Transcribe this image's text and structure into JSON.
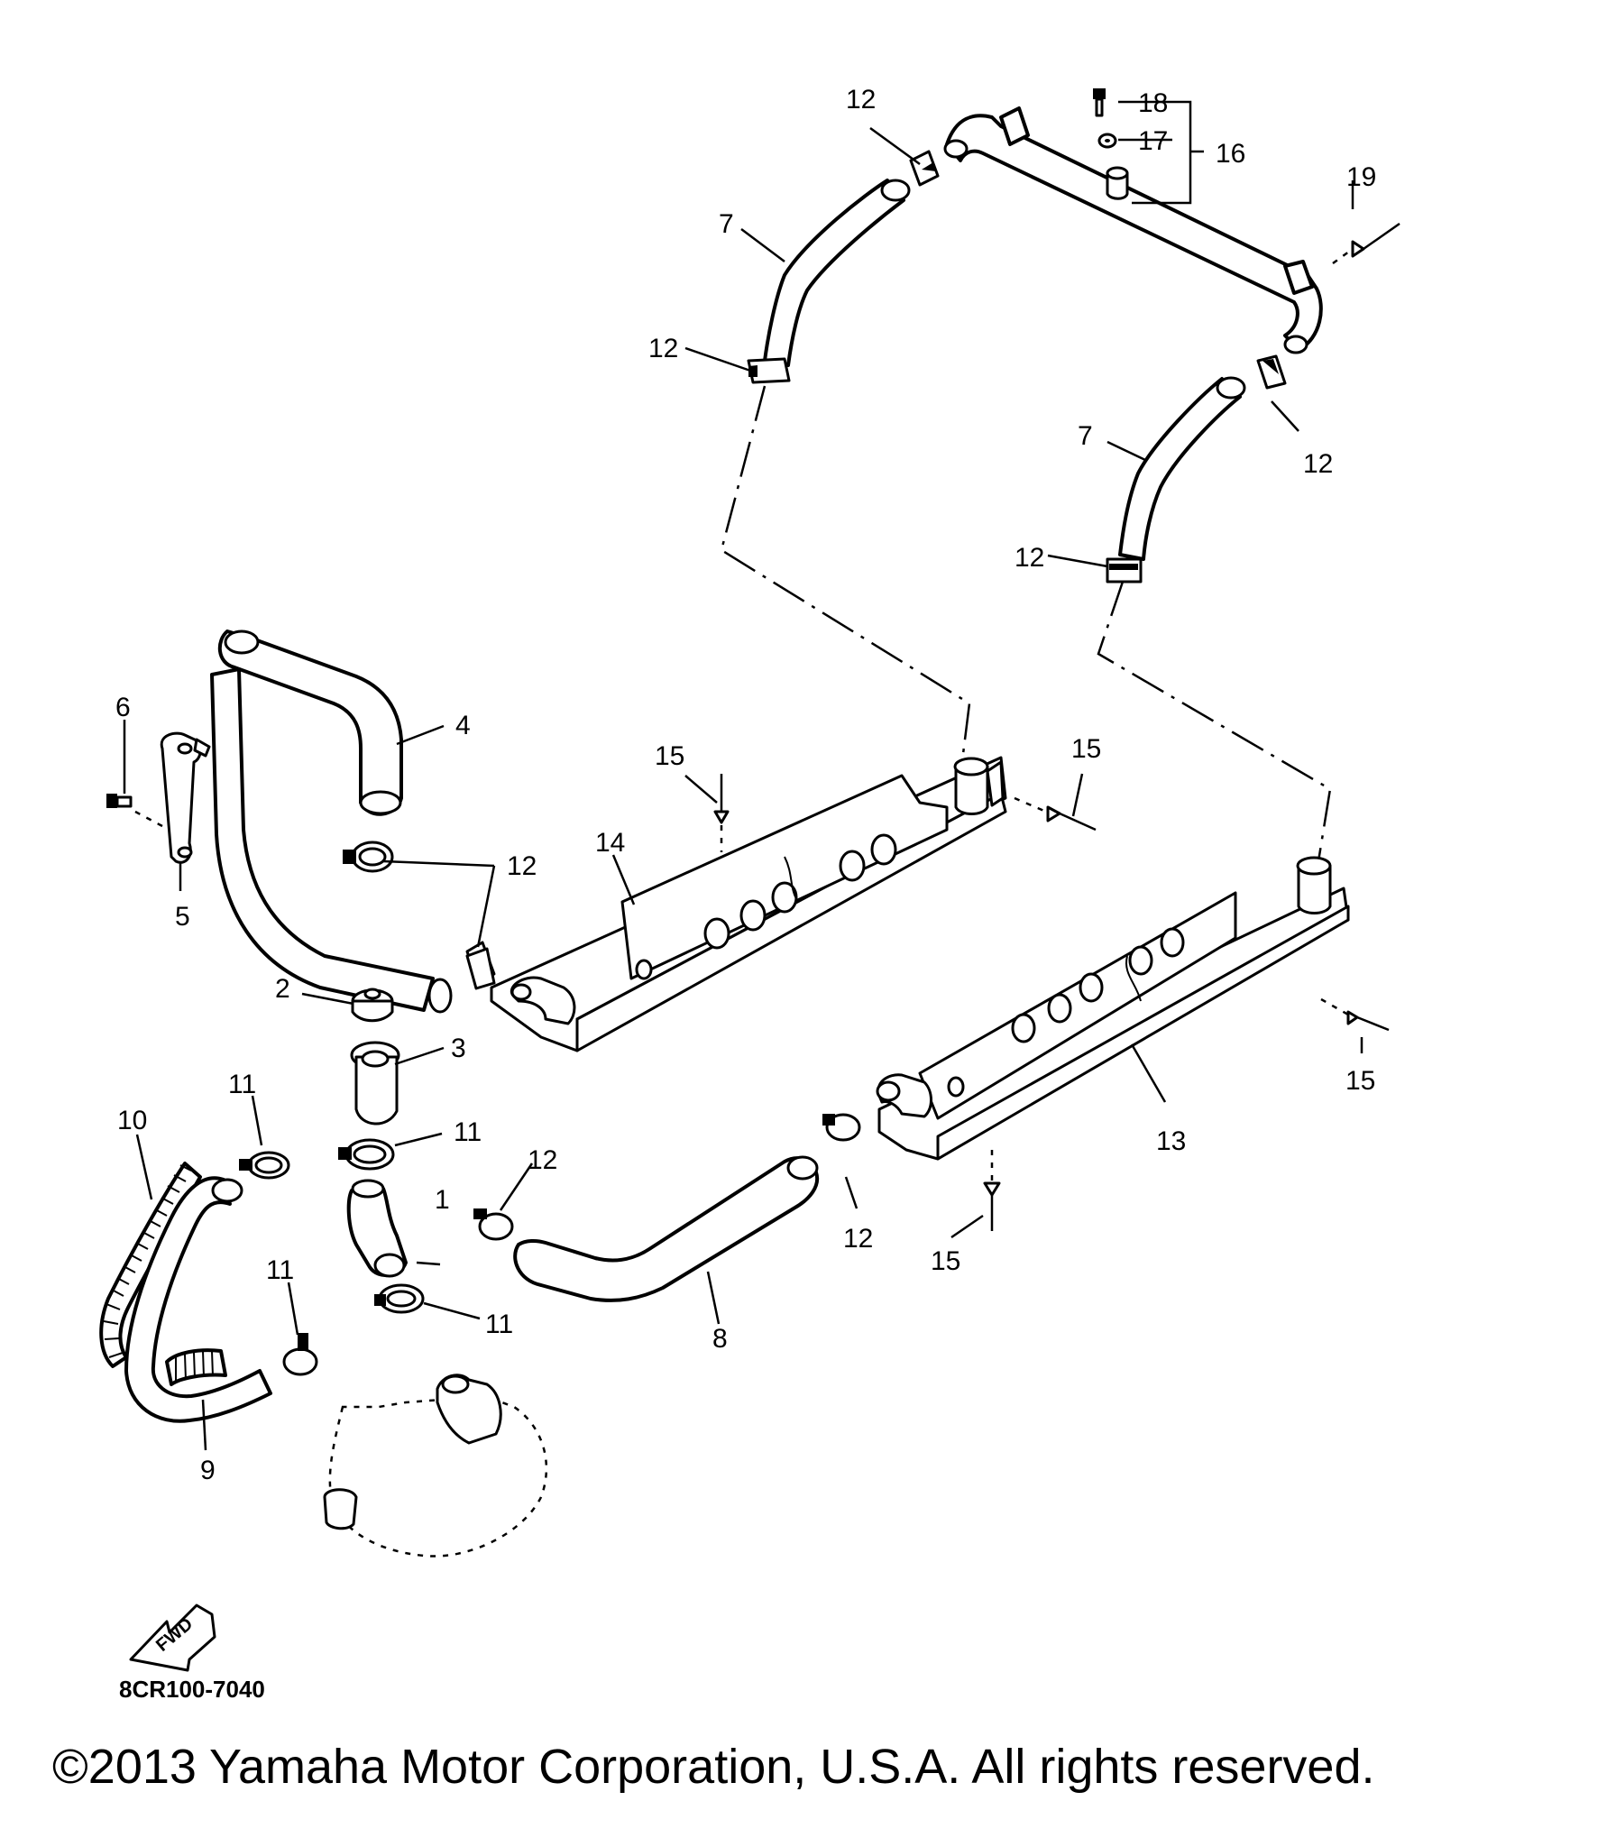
{
  "labels": {
    "l1": "1",
    "l2": "2",
    "l3": "3",
    "l4": "4",
    "l5": "5",
    "l6": "6",
    "l7a": "7",
    "l7b": "7",
    "l8": "8",
    "l9": "9",
    "l10": "10",
    "l11a": "11",
    "l11b": "11",
    "l11c": "11",
    "l11d": "11",
    "l12a": "12",
    "l12b": "12",
    "l12c": "12",
    "l12d": "12",
    "l12e": "12",
    "l12f": "12",
    "l12g": "12",
    "l13": "13",
    "l14": "14",
    "l15a": "15",
    "l15b": "15",
    "l15c": "15",
    "l15d": "15",
    "l16": "16",
    "l17": "17",
    "l18": "18",
    "l19": "19"
  },
  "fwd_marker": "FWD",
  "diagram_code": "8CR100-7040",
  "copyright": "©2013 Yamaha Motor Corporation, U.S.A. All rights reserved."
}
